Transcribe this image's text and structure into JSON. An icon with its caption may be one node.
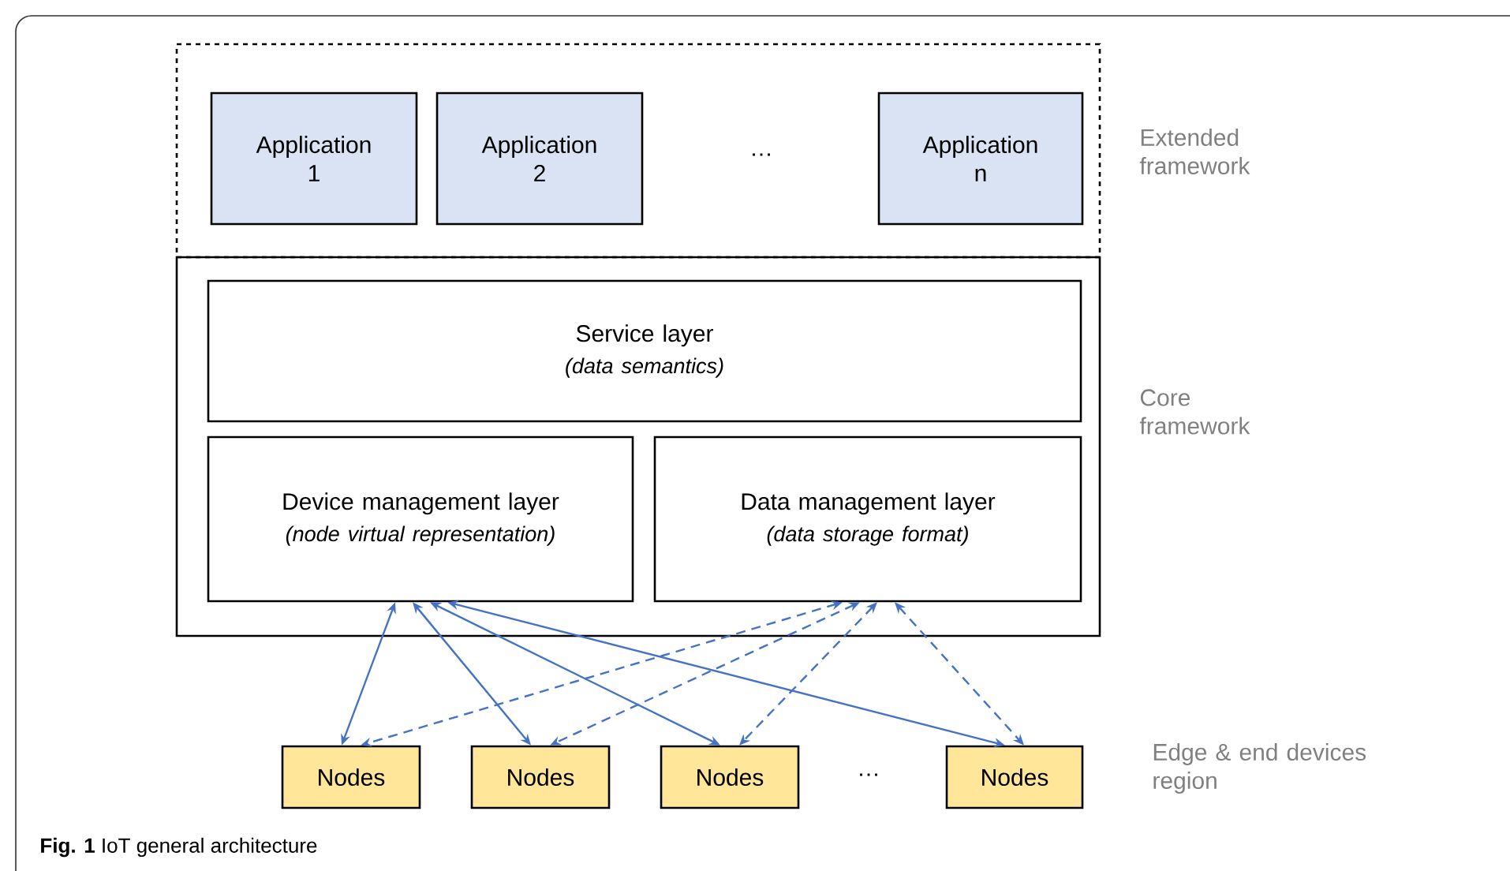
{
  "diagram": {
    "caption": "**Fig. 1** IoT general architecture",
    "nodes": [
      {
        "text": [],
        "shape": "box",
        "beside": [
          "Extended framework"
        ]
      },
      {
        "text": [
          "Application 1"
        ],
        "in": 0
      },
      {
        "text": [
          "Application 2"
        ],
        "in": 0
      },
      {
        "text": [
          "Application n"
        ],
        "in": 0
      },
      {
        "text": [],
        "shape": "box",
        "beside": [
          "Core framework"
        ]
      },
      {
        "text": [
          "Service layer",
          "(data semantics)"
        ],
        "in": 4
      },
      {
        "text": [
          "Device management layer",
          "(node virtual representation)"
        ],
        "in": 4
      },
      {
        "text": [
          "Data management layer",
          "(data storage format)"
        ],
        "in": 4
      },
      {
        "text": [
          "Nodes"
        ]
      },
      {
        "text": [
          "Nodes"
        ]
      },
      {
        "text": [
          "Nodes"
        ]
      },
      {
        "text": [
          "Nodes"
        ]
      }
    ],
    "edges": [
      {
        "from": 6,
        "to": 8,
        "arrow": "both"
      },
      {
        "from": 6,
        "to": 9,
        "arrow": "both"
      },
      {
        "from": 6,
        "to": 10,
        "arrow": "both"
      },
      {
        "from": 6,
        "to": 11,
        "arrow": "both"
      },
      {
        "from": 7,
        "to": 8,
        "arrow": "both",
        "style": "dashed"
      },
      {
        "from": 7,
        "to": 9,
        "arrow": "both",
        "style": "dashed"
      },
      {
        "from": 7,
        "to": 10,
        "arrow": "both",
        "style": "dashed"
      },
      {
        "from": 7,
        "to": 11,
        "arrow": "both",
        "style": "dashed"
      }
    ],
    "labels": [
      "…",
      "…",
      "Edge & end devices region"
    ]
  }
}
